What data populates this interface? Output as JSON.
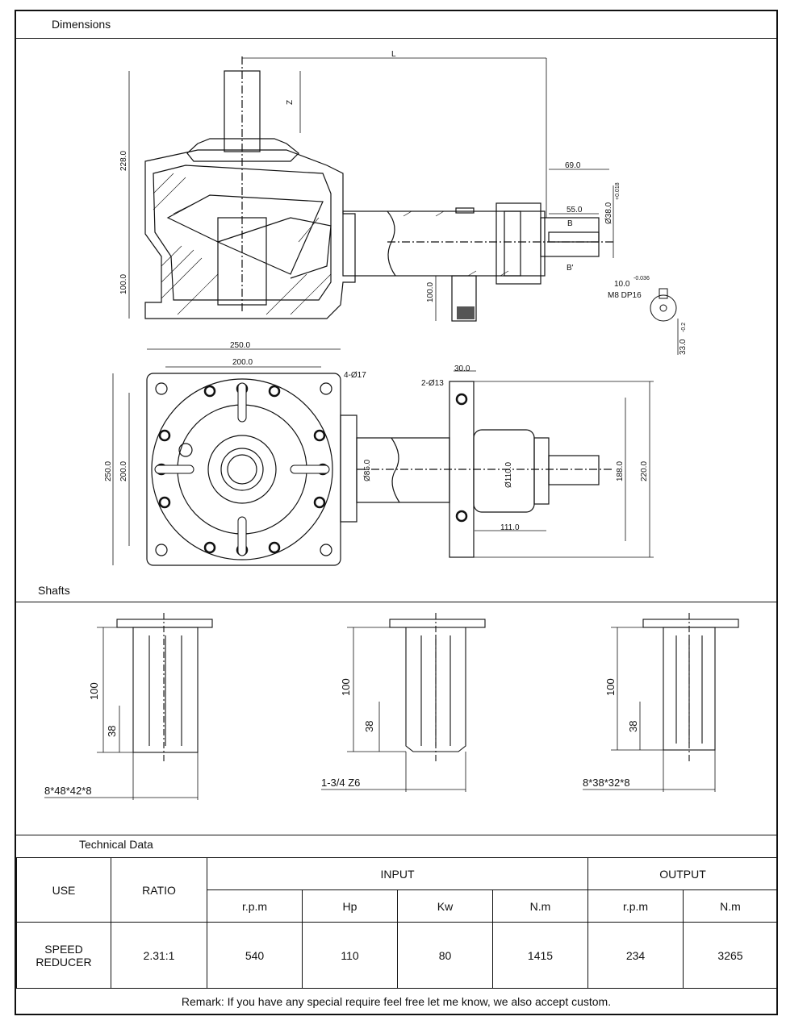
{
  "sections": {
    "dimensions_title": "Dimensions",
    "shafts_title": "Shafts",
    "technical_title": "Technical Data"
  },
  "drawing_side": {
    "L": "L",
    "Z": "Z",
    "h228": "228.0",
    "h100": "100.0",
    "d69": "69.0",
    "d55": "55.0",
    "phi": "Ø38.0",
    "tol": "+0.018",
    "B": "B",
    "B1": "B'",
    "h100b": "100.0",
    "key_w": "10.0",
    "key_w_tol": "-0.036",
    "thread": "M8 DP16",
    "key_h": "33.0",
    "key_h_tol": "-0.2"
  },
  "drawing_top": {
    "w250": "250.0",
    "w200": "200.0",
    "holes": "4-Ø17",
    "h250": "250.0",
    "h200": "200.0",
    "d85": "Ø85.0",
    "flange_holes": "2-Ø13",
    "w30": "30.0",
    "d110": "Ø110.0",
    "w111": "111.0",
    "h188": "188.0",
    "h220": "220.0"
  },
  "shafts": [
    {
      "spec": "8*48*42*8",
      "h100": "100",
      "h38": "38"
    },
    {
      "spec": "1-3/4 Z6",
      "h100": "100",
      "h38": "38"
    },
    {
      "spec": "8*38*32*8",
      "h100": "100",
      "h38": "38"
    }
  ],
  "table": {
    "use_header": "USE",
    "ratio_header": "RATIO",
    "input_header": "INPUT",
    "output_header": "OUTPUT",
    "input_cols": [
      "r.p.m",
      "Hp",
      "Kw",
      "N.m"
    ],
    "output_cols": [
      "r.p.m",
      "N.m"
    ],
    "row": {
      "use_line1": "SPEED",
      "use_line2": "REDUCER",
      "ratio": "2.31:1",
      "input": [
        "540",
        "110",
        "80",
        "1415"
      ],
      "output": [
        "234",
        "3265"
      ]
    }
  },
  "remark": "Remark: If you have any special require feel free let me know, we also accept custom."
}
